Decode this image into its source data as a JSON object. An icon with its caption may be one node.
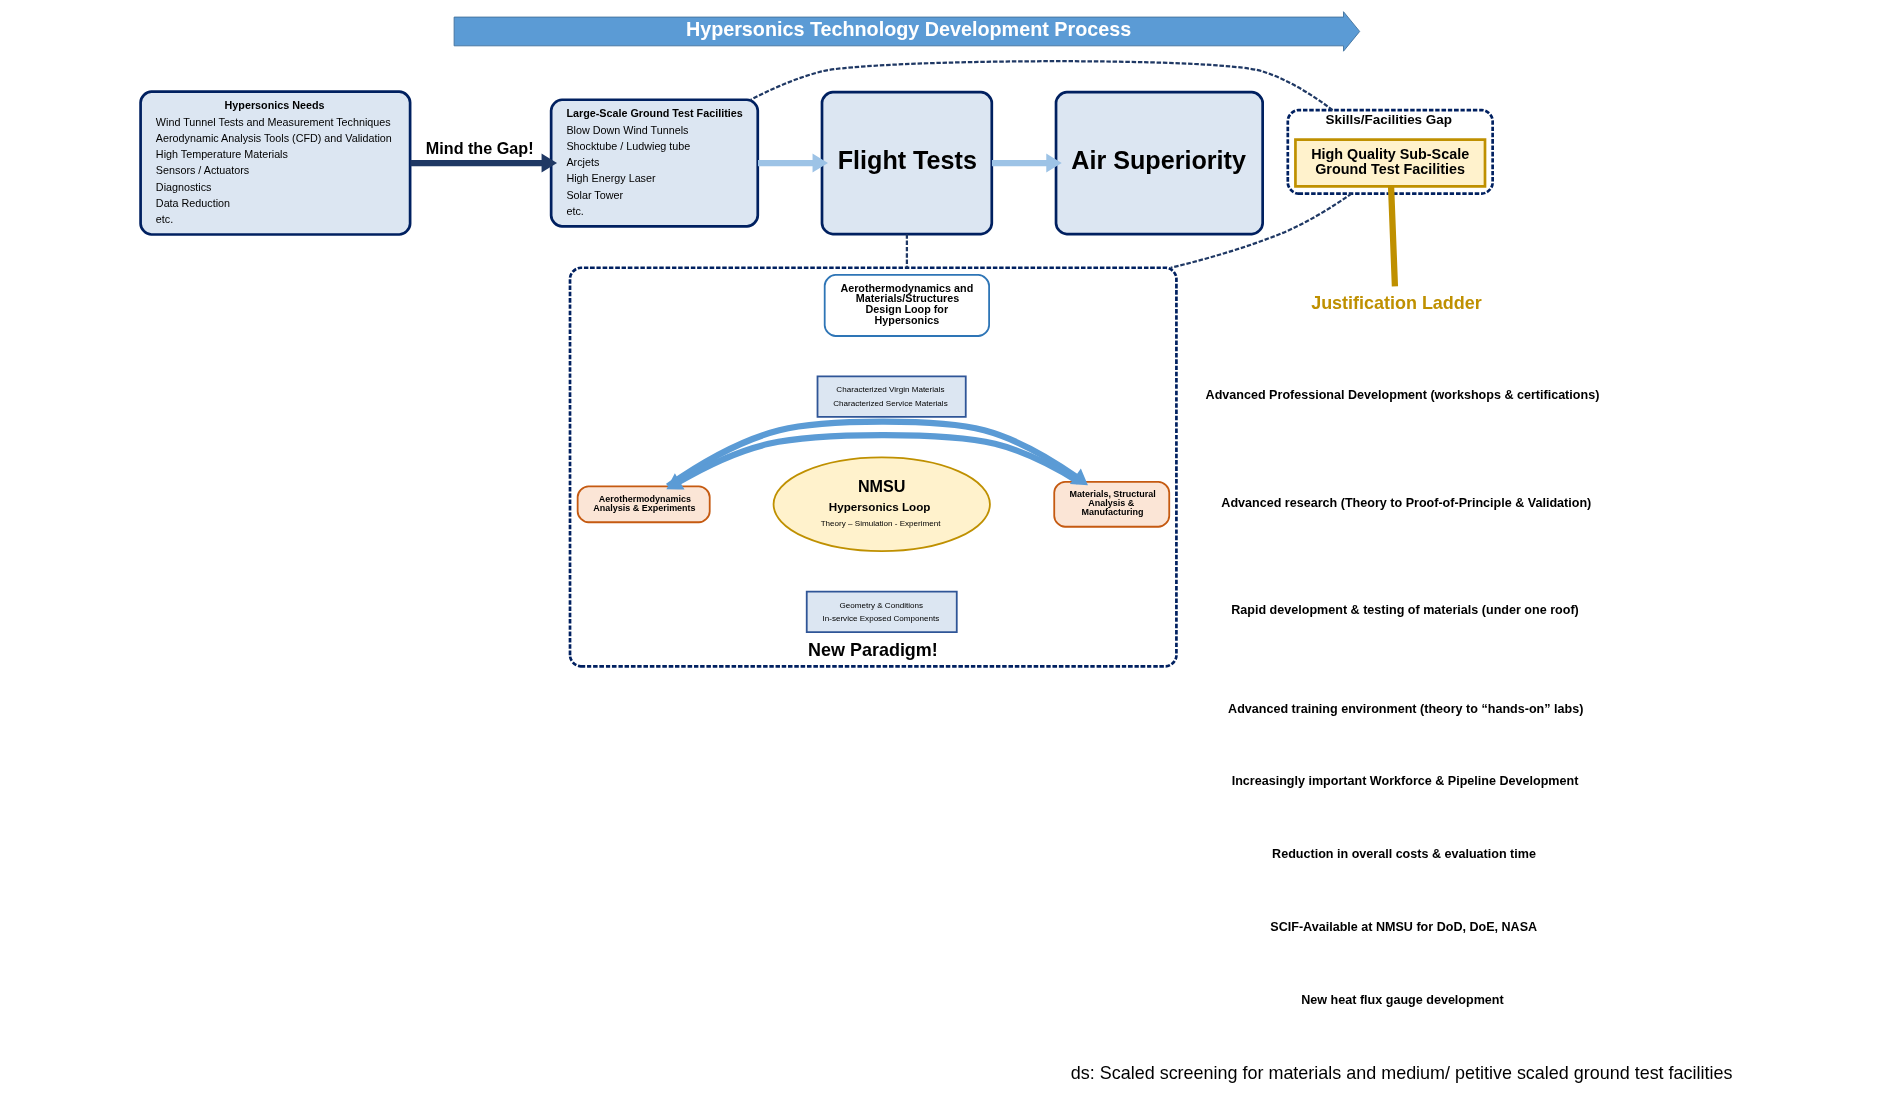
{
  "diagram": {
    "nodes": [
      {
        "text": [
          "Hypersonics Technology Development Process"
        ]
      },
      {
        "text": [
          "Hypersonics Needs",
          "Wind Tunnel Tests and Measurement Techniques",
          "Aerodynamic Analysis Tools (CFD) and Validation",
          "High Temperature Materials",
          "Sensors / Actuators",
          "Diagnostics",
          "Data Reduction",
          "etc."
        ]
      },
      {
        "text": [
          "Skills/Facilities Gap"
        ]
      },
      {
        "text": [
          "High Quality Sub-Scale Ground Test Facilities"
        ],
        "in": 2
      },
      {
        "text": [
          "Large-Scale Ground Test Facilities",
          "Blow Down Wind Tunnels",
          "Shocktube / Ludwieg tube",
          "Arcjets",
          "High Energy Laser",
          "Solar Tower",
          "etc."
        ]
      },
      {
        "text": [
          "Flight Tests"
        ]
      },
      {
        "text": [
          "Air Superiority"
        ]
      },
      {
        "text": [
          "New Paradigm!"
        ]
      },
      {
        "text": [
          "Aerothermodynamics and Materials/Structures Design Loop for Hypersonics"
        ],
        "in": 7
      },
      {
        "text": [
          "Characterized Virgin Materials",
          "Characterized Service Materials"
        ],
        "in": 7
      },
      {
        "text": [
          "Aerothermodynamics Analysis & Experiments"
        ],
        "in": 7
      },
      {
        "text": [
          "NMSU",
          "Hypersonics Loop",
          "Theory – Simulation - Experiment"
        ],
        "in": 7
      },
      {
        "text": [
          "Materials, Structural Analysis & Manufacturing"
        ],
        "in": 7
      },
      {
        "text": [
          "Geometry & Conditions",
          "In-service Exposed Components"
        ],
        "in": 7
      },
      {
        "text": [
          "Justification Ladder"
        ]
      }
    ],
    "edges": [
      {
        "from": 1,
        "to": 4,
        "arrow": "to",
        "label": "Mind the Gap!"
      },
      {
        "from": 4,
        "to": 5,
        "arrow": "to",
        "color": "#9dc3e6"
      },
      {
        "from": 5,
        "to": 6,
        "arrow": "to",
        "color": "#9dc3e6"
      },
      {
        "from": 2,
        "to": 4,
        "arrow": "none",
        "style": "dashed"
      },
      {
        "from": 5,
        "to": 7,
        "arrow": "none",
        "style": "dashed"
      },
      {
        "from": 2,
        "to": 7,
        "arrow": "none",
        "style": "dashed"
      },
      {
        "from": 3,
        "to": 14,
        "arrow": "none",
        "color": "#bf9000"
      },
      {
        "from": 12,
        "to": 10,
        "arrow": "to",
        "color": "#5b9bd5"
      },
      {
        "from": 10,
        "to": 12,
        "arrow": "to",
        "color": "#5b9bd5"
      }
    ],
    "labels": [
      "Advanced Professional Development (workshops & certifications)",
      "Advanced research (Theory to Proof-of-Principle & Validation)",
      "Rapid development & testing of materials (under one roof)",
      "Advanced training environment (theory to “hands-on” labs)",
      "Increasingly important Workforce & Pipeline Development",
      "Reduction in overall costs & evaluation time",
      "SCIF-Available at NMSU for DoD, DoE, NASA",
      "New heat flux gauge development",
      "ds: Scaled screening for materials and medium/ petitive scaled ground test facilities"
    ]
  }
}
